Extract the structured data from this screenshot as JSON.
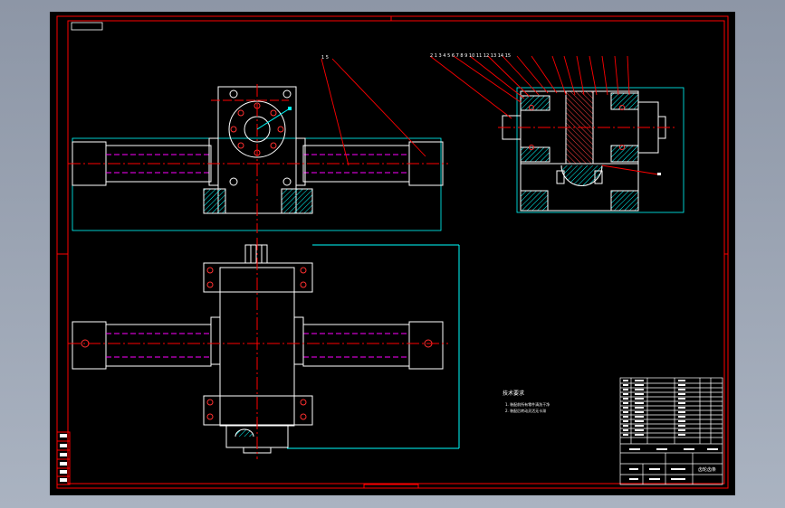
{
  "colors": {
    "background": "#000000",
    "frame": "#ff0000",
    "outline": "#ffffff",
    "dimension": "#00ffff",
    "centerline": "#ff0000",
    "hatch": "#00ffff",
    "hidden_line": "#ff00ff",
    "outer_surround": "#9aa2b0"
  },
  "drawing": {
    "notes_heading": "技术要求",
    "notes": [
      "1. 装配前所有零件清洗干净",
      "2. 装配后转动灵活无卡滞"
    ],
    "balloon_labels": [
      "2",
      "1",
      "3",
      "4",
      "5",
      "6",
      "7",
      "8",
      "9",
      "10",
      "11",
      "12",
      "13",
      "14",
      "15"
    ],
    "balloon_label_left": [
      "1",
      "5"
    ],
    "title_block_name": "齿轮齿条"
  }
}
